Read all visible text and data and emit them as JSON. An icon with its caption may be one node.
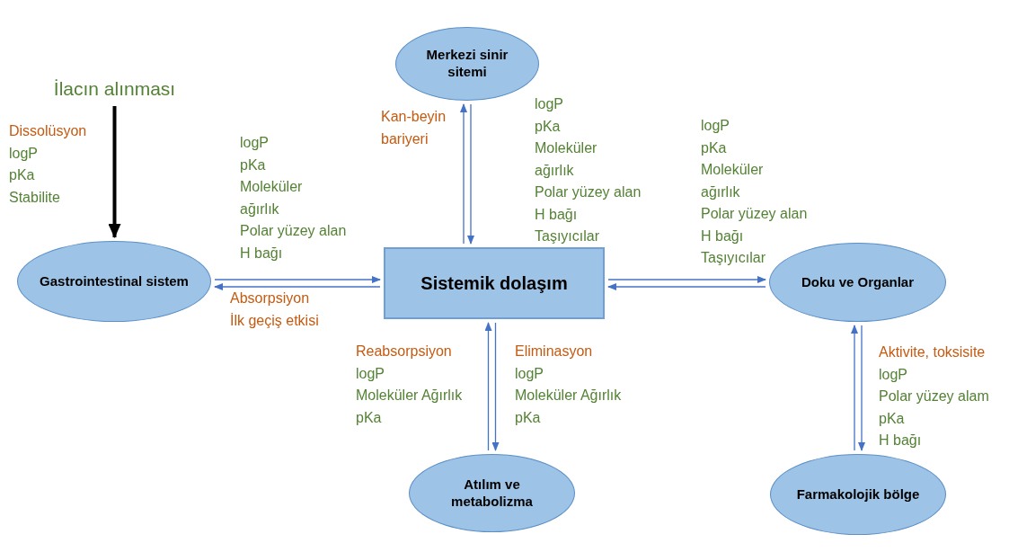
{
  "diagram": {
    "nodes": [
      {
        "text": [
          "İlacın alınması"
        ]
      },
      {
        "text": [
          "Gastrointestinal sistem"
        ]
      },
      {
        "text": [
          "Merkezi sinir sitemi"
        ]
      },
      {
        "text": [
          "Sistemik dolaşım"
        ]
      },
      {
        "text": [
          "Doku ve Organlar"
        ]
      },
      {
        "text": [
          "Atılım ve metabolizma"
        ]
      },
      {
        "text": [
          "Farmakolojik bölge"
        ]
      }
    ],
    "edges": [
      {
        "from": 0,
        "to": 1,
        "arrow": "to",
        "style": "thick",
        "color": "#000000"
      },
      {
        "from": 1,
        "to": 3,
        "arrow": "to"
      },
      {
        "from": 3,
        "to": 1,
        "arrow": "to"
      },
      {
        "from": 3,
        "to": 2,
        "arrow": "to"
      },
      {
        "from": 2,
        "to": 3,
        "arrow": "to"
      },
      {
        "from": 3,
        "to": 4,
        "arrow": "to"
      },
      {
        "from": 4,
        "to": 3,
        "arrow": "to"
      },
      {
        "from": 5,
        "to": 3,
        "arrow": "to"
      },
      {
        "from": 3,
        "to": 5,
        "arrow": "to"
      },
      {
        "from": 6,
        "to": 4,
        "arrow": "to"
      },
      {
        "from": 4,
        "to": 6,
        "arrow": "to"
      }
    ],
    "labels": [
      "Dissolüsyon",
      "logP",
      "pKa",
      "Stabilite",
      "Kan-beyin bariyeri",
      "logP",
      "pKa",
      "Moleküler ağırlık",
      "Polar yüzey alan",
      "H bağı",
      "Taşıyıcılar",
      "logP",
      "pKa",
      "Moleküler ağırlık",
      "Polar yüzey alan",
      "H bağı",
      "Taşıyıcılar",
      "logP",
      "pKa",
      "Moleküler ağırlık",
      "Polar yüzey alan",
      "H bağı",
      "Absorpsiyon",
      "İlk geçiş etkisi",
      "Reabsorpsiyon",
      "logP",
      "Moleküler Ağırlık",
      "pKa",
      "Eliminasyon",
      "logP",
      "Moleküler Ağırlık",
      "pKa",
      "Aktivite, toksisite",
      "logP",
      "Polar yüzey alam",
      "pKa",
      "H bağı"
    ]
  }
}
